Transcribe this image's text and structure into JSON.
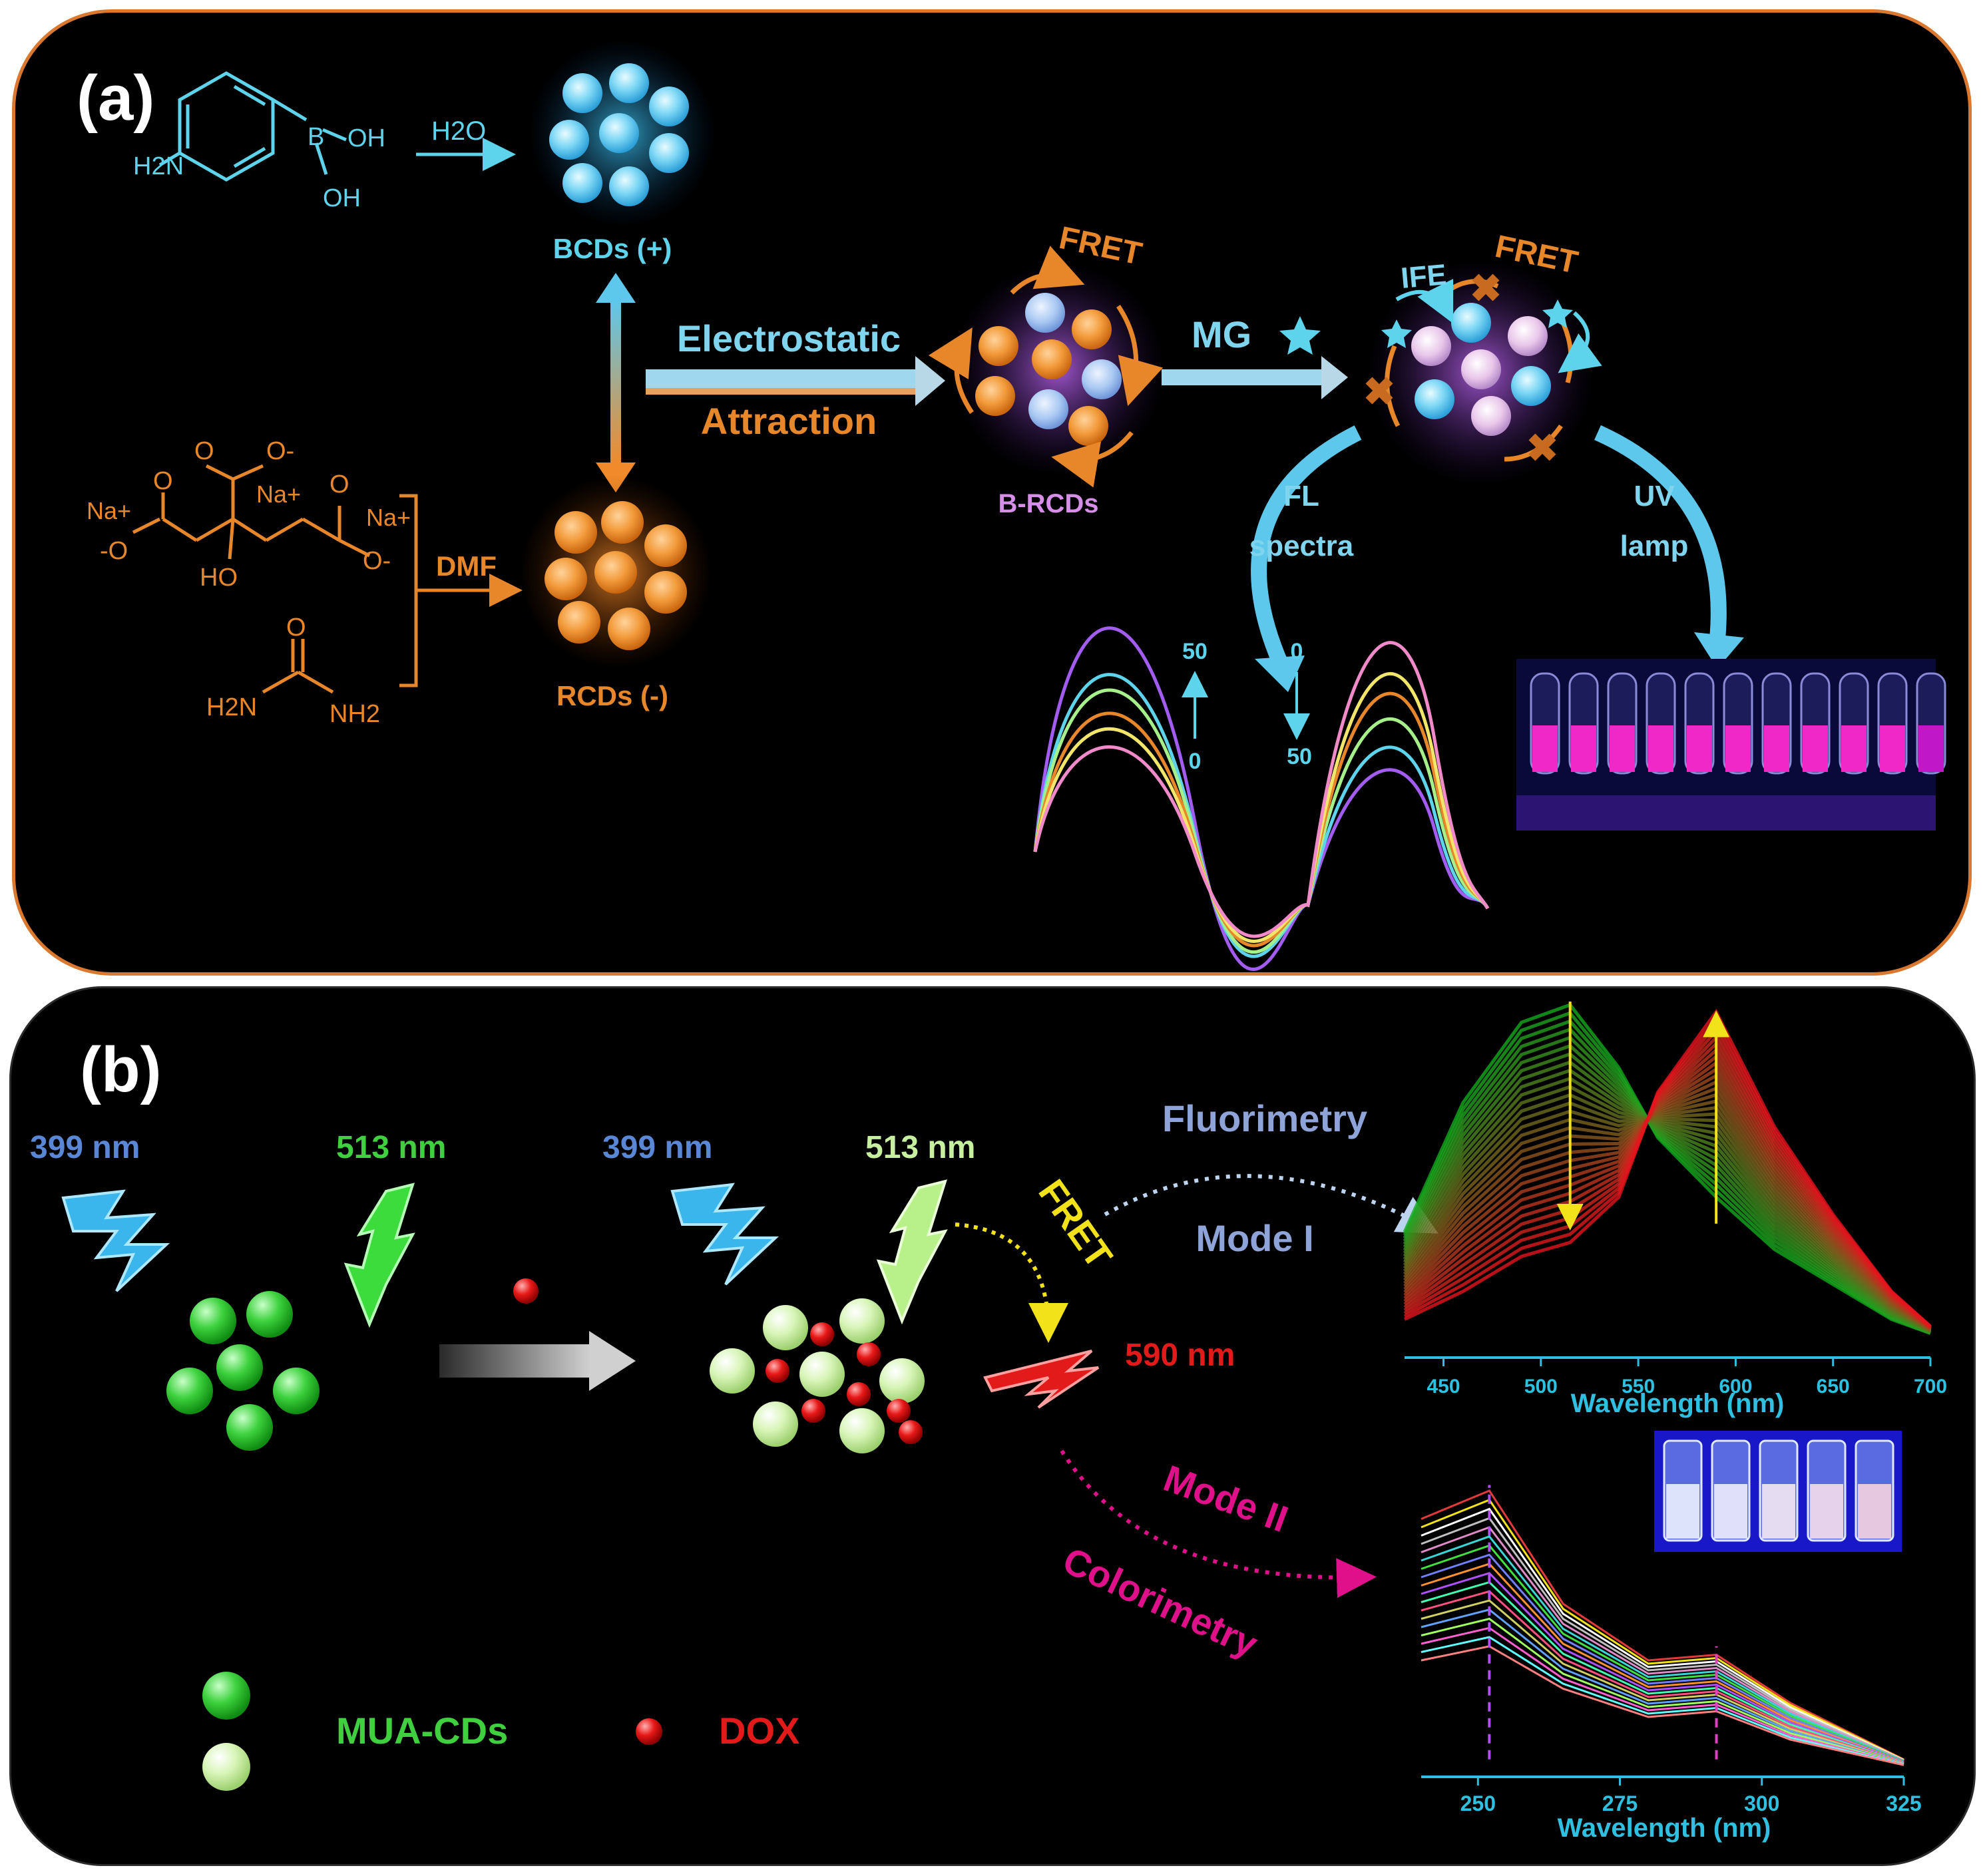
{
  "panel_a": {
    "label": "(a)",
    "bcd_reaction": {
      "amine": "H2N",
      "oh_top": "OH",
      "oh_bottom": "OH",
      "boron": "B",
      "solvent": "H2O",
      "product": "BCDs (+)"
    },
    "rcd_reaction": {
      "na1": "Na+",
      "na2": "Na+",
      "na3": "Na+",
      "o_minus_1": "O-",
      "o_minus_2": "-O",
      "o_minus_3": "O-",
      "o1": "O",
      "o2": "O",
      "ho": "HO",
      "urea_o": "O",
      "urea_left": "H2N",
      "urea_right": "NH2",
      "solvent": "DMF",
      "product": "RCDs (-)"
    },
    "electrostatic": "Electrostatic",
    "attraction": "Attraction",
    "brcds_label": "B-RCDs",
    "fret_1": "FRET",
    "mg_label": "MG",
    "fret_2": "FRET",
    "ife_label": "IFE",
    "fl_label": "FL",
    "spectra_label": "spectra",
    "uv_label": "UV",
    "lamp_label": "lamp",
    "left_arrow_top": "50",
    "left_arrow_bottom": "0",
    "right_arrow_top": "0",
    "right_arrow_bottom": "50"
  },
  "panel_b": {
    "label": "(b)",
    "ex_399_left": "399 nm",
    "em_513_left": "513 nm",
    "ex_399_right": "399 nm",
    "em_513_right": "513 nm",
    "fret": "FRET",
    "em_590": "590 nm",
    "fluorimetry": "Fluorimetry",
    "mode_1": "Mode I",
    "mode_2": "Mode II",
    "colorimetry": "Colorimetry",
    "legend_cds": "MUA-CDs",
    "legend_dox": "DOX",
    "colors": {
      "green": "#3fcf3f",
      "red": "#e21a1a",
      "blue": "#5a86d6"
    }
  },
  "chart_data": [
    {
      "type": "line",
      "xlabel": "Wavelength (nm)",
      "xlim": [
        430,
        700
      ],
      "x_ticks": [
        450,
        500,
        550,
        600,
        650,
        700
      ],
      "series": [
        {
          "x": [
            430,
            460,
            490,
            515,
            540,
            560,
            590,
            620,
            650,
            680,
            700
          ],
          "y": [
            0.35,
            0.72,
            0.95,
            1.0,
            0.82,
            0.62,
            0.45,
            0.3,
            0.2,
            0.1,
            0.06
          ]
        },
        {
          "x": [
            430,
            460,
            490,
            515,
            540,
            560,
            590,
            620,
            650,
            680,
            700
          ],
          "y": [
            0.1,
            0.18,
            0.28,
            0.32,
            0.45,
            0.75,
            0.98,
            0.65,
            0.4,
            0.18,
            0.08
          ]
        }
      ]
    },
    {
      "type": "line",
      "xlabel": "Wavelength (nm)",
      "xlim": [
        240,
        325
      ],
      "x_ticks": [
        250,
        275,
        300,
        325
      ],
      "series": [
        {
          "x": [
            240,
            252,
            265,
            280,
            292,
            305,
            325
          ],
          "y": [
            0.9,
            1.0,
            0.6,
            0.4,
            0.42,
            0.25,
            0.05
          ]
        },
        {
          "x": [
            240,
            252,
            265,
            280,
            292,
            305,
            325
          ],
          "y": [
            0.4,
            0.45,
            0.3,
            0.2,
            0.22,
            0.12,
            0.03
          ]
        }
      ]
    }
  ]
}
